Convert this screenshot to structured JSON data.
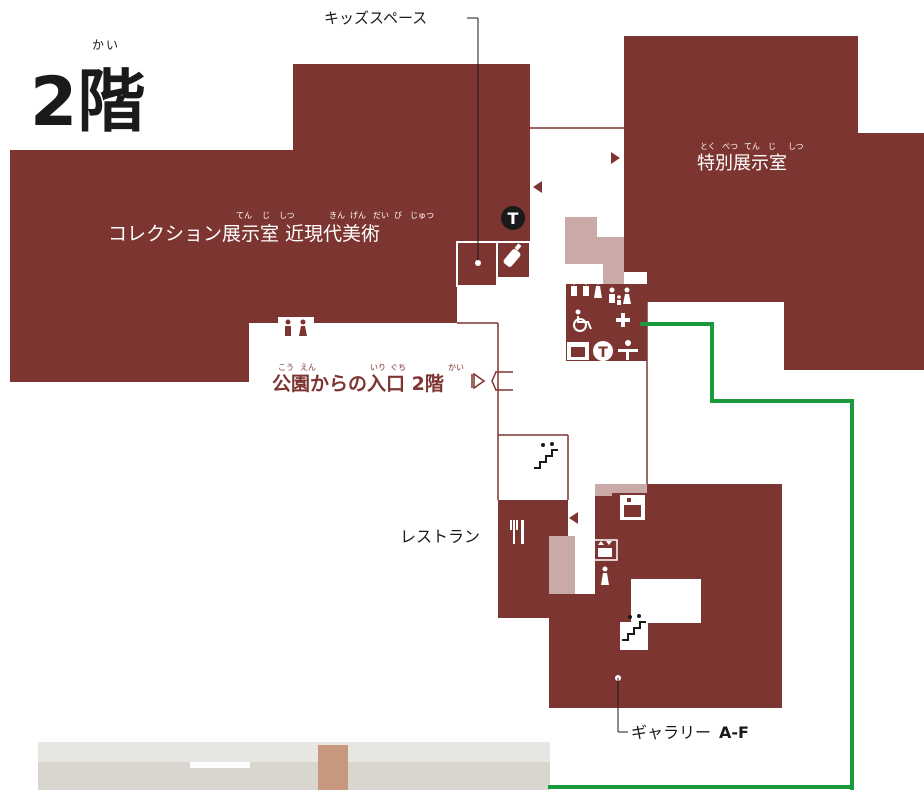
{
  "floor": {
    "title": "2階",
    "ruby": "かい"
  },
  "rooms": {
    "collection": {
      "label": "コレクション展示室 近現代美術",
      "ruby": [
        "てん",
        "じ",
        "しつ",
        "きん",
        "げん",
        "だい",
        "び",
        "じゅつ"
      ]
    },
    "special": {
      "label": "特別展示室",
      "ruby": [
        "とく",
        "べつ",
        "てん",
        "じ",
        "しつ"
      ]
    },
    "kids": {
      "label": "キッズスペース"
    },
    "restaurant": {
      "label": "レストラン"
    },
    "gallery": {
      "label": "ギャラリー",
      "suffix": "A-F"
    },
    "park_entrance": {
      "label": "公園からの入口 2階",
      "ruby": [
        "こう",
        "えん",
        "いり",
        "ぐち",
        "かい"
      ]
    }
  },
  "colors": {
    "room": "#7c3530",
    "wall_light": "#c9aaa6",
    "route": "#1a9a3c",
    "line": "#7c3530",
    "text": "#1a1a1a"
  },
  "icons": [
    "coffee-shop-icon",
    "baby-bottle-icon",
    "restroom-icon",
    "family-restroom-icon",
    "wheelchair-icon",
    "first-aid-icon",
    "locker-icon",
    "baby-changing-icon",
    "stairs-icon",
    "elevator-icon",
    "coin-locker-icon",
    "cutlery-icon"
  ]
}
